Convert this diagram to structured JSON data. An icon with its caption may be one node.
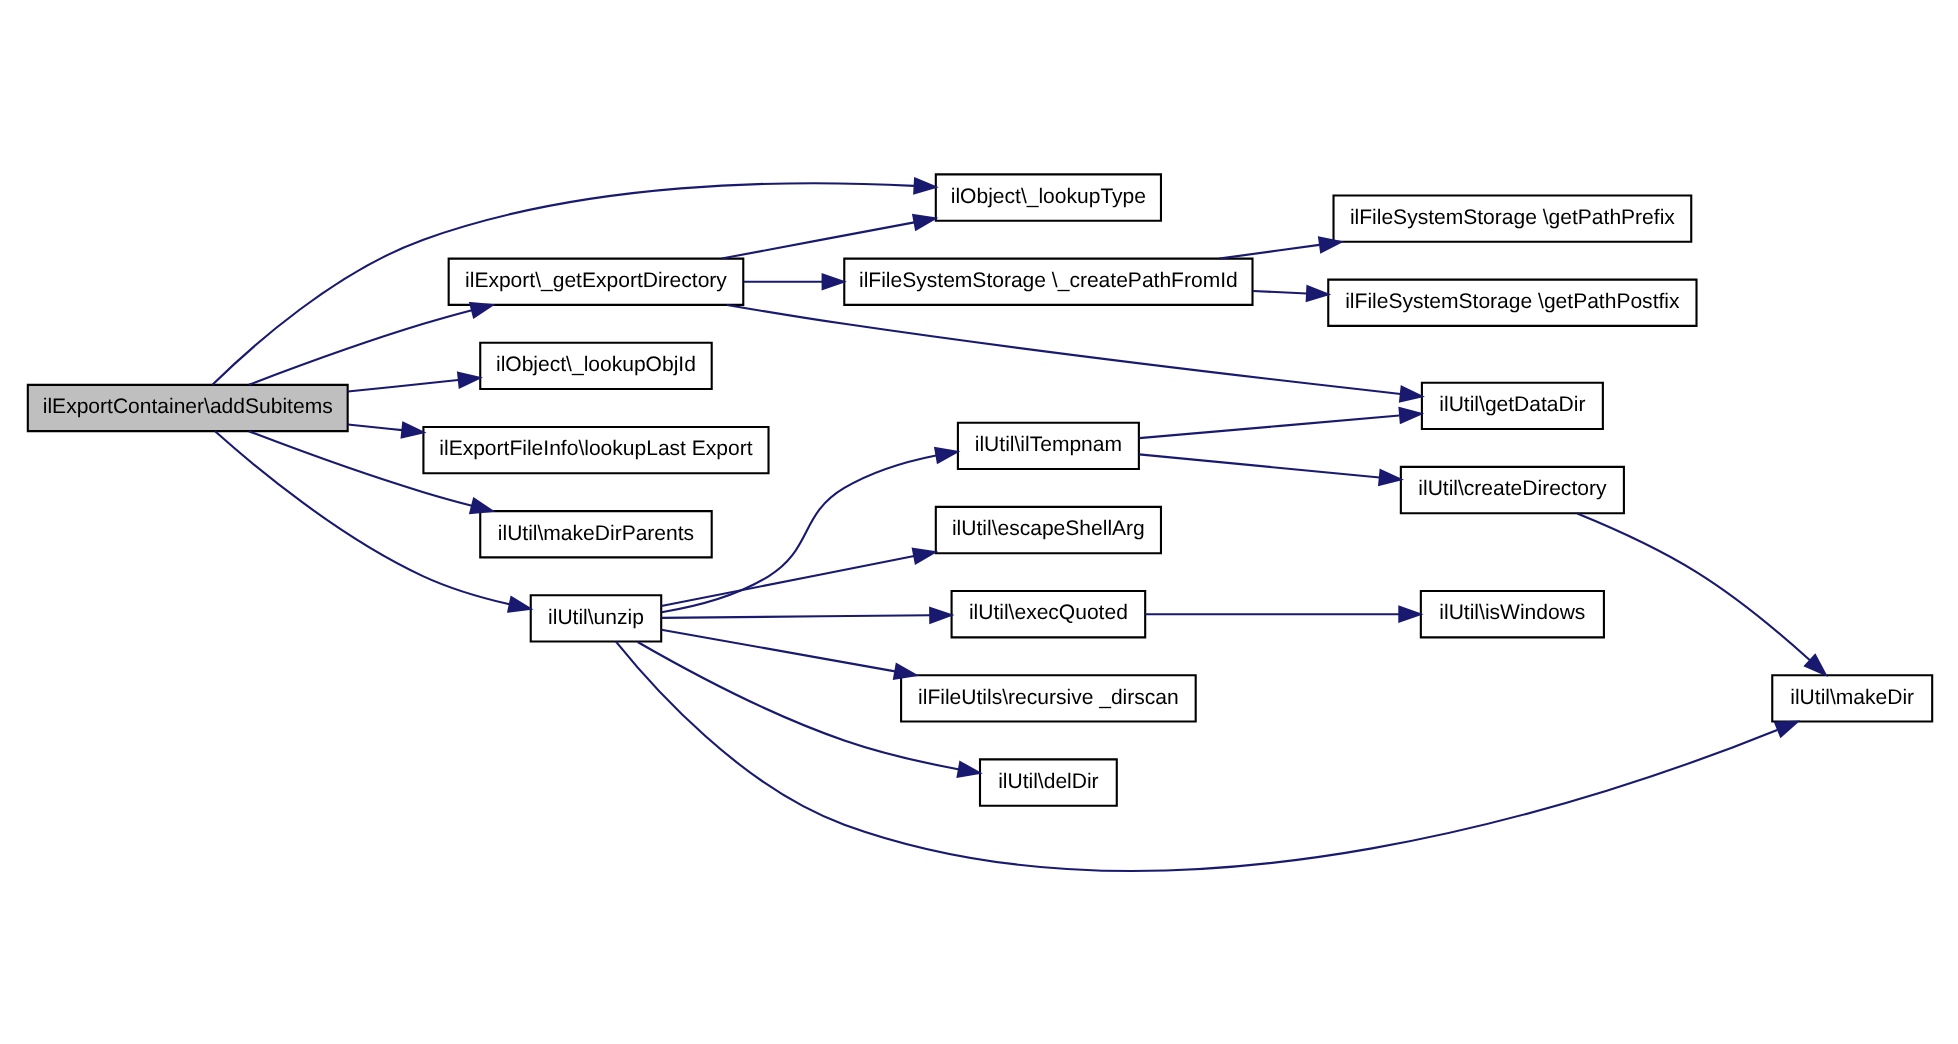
{
  "diagram": {
    "nodes": [
      {
        "text": [
          "ilExportContainer\\addSubitems"
        ]
      },
      {
        "text": [
          "ilExport\\_getExportDirectory"
        ]
      },
      {
        "text": [
          "ilObject\\_lookupType"
        ]
      },
      {
        "text": [
          "ilObject\\_lookupObjId"
        ]
      },
      {
        "text": [
          "ilExportFileInfo\\lookupLast Export"
        ]
      },
      {
        "text": [
          "ilUtil\\makeDirParents"
        ]
      },
      {
        "text": [
          "ilUtil\\unzip"
        ]
      },
      {
        "text": [
          "ilFileSystemStorage \\_createPathFromId"
        ]
      },
      {
        "text": [
          "ilUtil\\getDataDir"
        ]
      },
      {
        "text": [
          "ilFileSystemStorage \\getPathPrefix"
        ]
      },
      {
        "text": [
          "ilFileSystemStorage \\getPathPostfix"
        ]
      },
      {
        "text": [
          "ilUtil\\ilTempnam"
        ]
      },
      {
        "text": [
          "ilUtil\\escapeShellArg"
        ]
      },
      {
        "text": [
          "ilUtil\\execQuoted"
        ]
      },
      {
        "text": [
          "ilFileUtils\\recursive _dirscan"
        ]
      },
      {
        "text": [
          "ilUtil\\delDir"
        ]
      },
      {
        "text": [
          "ilUtil\\createDirectory"
        ]
      },
      {
        "text": [
          "ilUtil\\makeDir"
        ]
      },
      {
        "text": [
          "ilUtil\\isWindows"
        ]
      }
    ],
    "edges": [
      {
        "from": 0,
        "to": 1,
        "arrow": "to"
      },
      {
        "from": 0,
        "to": 2,
        "arrow": "to"
      },
      {
        "from": 0,
        "to": 3,
        "arrow": "to"
      },
      {
        "from": 0,
        "to": 4,
        "arrow": "to"
      },
      {
        "from": 0,
        "to": 5,
        "arrow": "to"
      },
      {
        "from": 0,
        "to": 6,
        "arrow": "to"
      },
      {
        "from": 1,
        "to": 7,
        "arrow": "to"
      },
      {
        "from": 1,
        "to": 2,
        "arrow": "to"
      },
      {
        "from": 1,
        "to": 8,
        "arrow": "to"
      },
      {
        "from": 7,
        "to": 9,
        "arrow": "to"
      },
      {
        "from": 7,
        "to": 10,
        "arrow": "to"
      },
      {
        "from": 6,
        "to": 11,
        "arrow": "to"
      },
      {
        "from": 6,
        "to": 17,
        "arrow": "to"
      },
      {
        "from": 6,
        "to": 12,
        "arrow": "to"
      },
      {
        "from": 6,
        "to": 13,
        "arrow": "to"
      },
      {
        "from": 6,
        "to": 14,
        "arrow": "to"
      },
      {
        "from": 6,
        "to": 15,
        "arrow": "to"
      },
      {
        "from": 11,
        "to": 8,
        "arrow": "to"
      },
      {
        "from": 11,
        "to": 16,
        "arrow": "to"
      },
      {
        "from": 16,
        "to": 17,
        "arrow": "to"
      },
      {
        "from": 13,
        "to": 18,
        "arrow": "to"
      }
    ]
  }
}
